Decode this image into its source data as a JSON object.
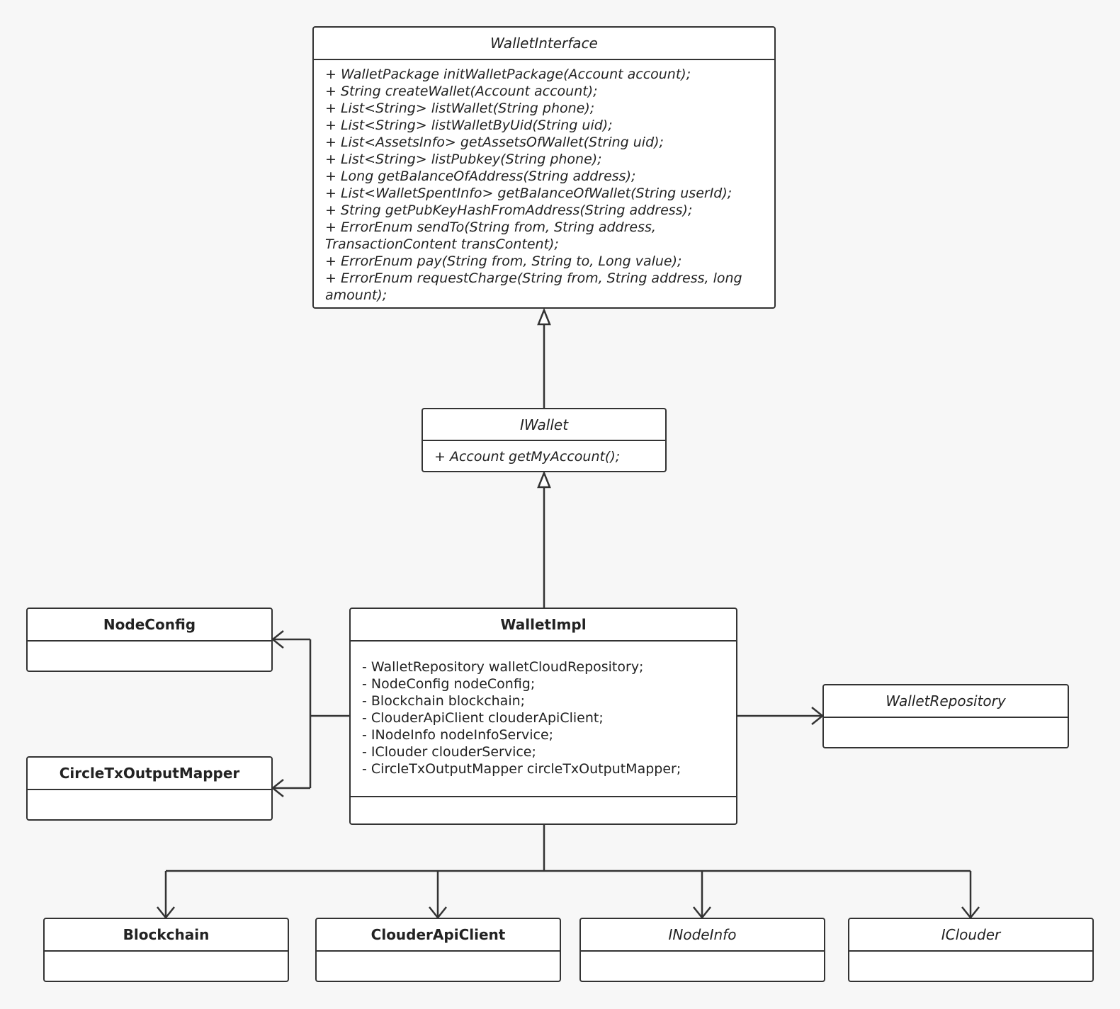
{
  "classes": {
    "wallet_interface": {
      "name": "WalletInterface",
      "methods": [
        "+ WalletPackage initWalletPackage(Account account);",
        "+ String createWallet(Account account);",
        "+ List<String> listWallet(String phone);",
        "+ List<String> listWalletByUid(String uid);",
        "+ List<AssetsInfo> getAssetsOfWallet(String uid);",
        "+ List<String> listPubkey(String phone);",
        "+ Long getBalanceOfAddress(String address);",
        "+ List<WalletSpentInfo> getBalanceOfWallet(String userId);",
        "+ String getPubKeyHashFromAddress(String address);",
        "+ ErrorEnum sendTo(String from, String address,",
        "TransactionContent transContent);",
        "+ ErrorEnum pay(String from, String to, Long value);",
        "+ ErrorEnum requestCharge(String from, String address, long",
        "amount);"
      ]
    },
    "iwallet": {
      "name": "IWallet",
      "methods": [
        "+ Account getMyAccount();"
      ]
    },
    "wallet_impl": {
      "name": "WalletImpl",
      "fields": [
        "- WalletRepository walletCloudRepository;",
        "- NodeConfig nodeConfig;",
        "- Blockchain blockchain;",
        "- ClouderApiClient clouderApiClient;",
        "- INodeInfo nodeInfoService;",
        "- IClouder clouderService;",
        "- CircleTxOutputMapper circleTxOutputMapper;"
      ]
    },
    "node_config": {
      "name": "NodeConfig"
    },
    "circle_tx_output_mapper": {
      "name": "CircleTxOutputMapper"
    },
    "wallet_repository": {
      "name": "WalletRepository"
    },
    "blockchain": {
      "name": "Blockchain"
    },
    "clouder_api_client": {
      "name": "ClouderApiClient"
    },
    "inode_info": {
      "name": "INodeInfo"
    },
    "iclouder": {
      "name": "IClouder"
    }
  }
}
